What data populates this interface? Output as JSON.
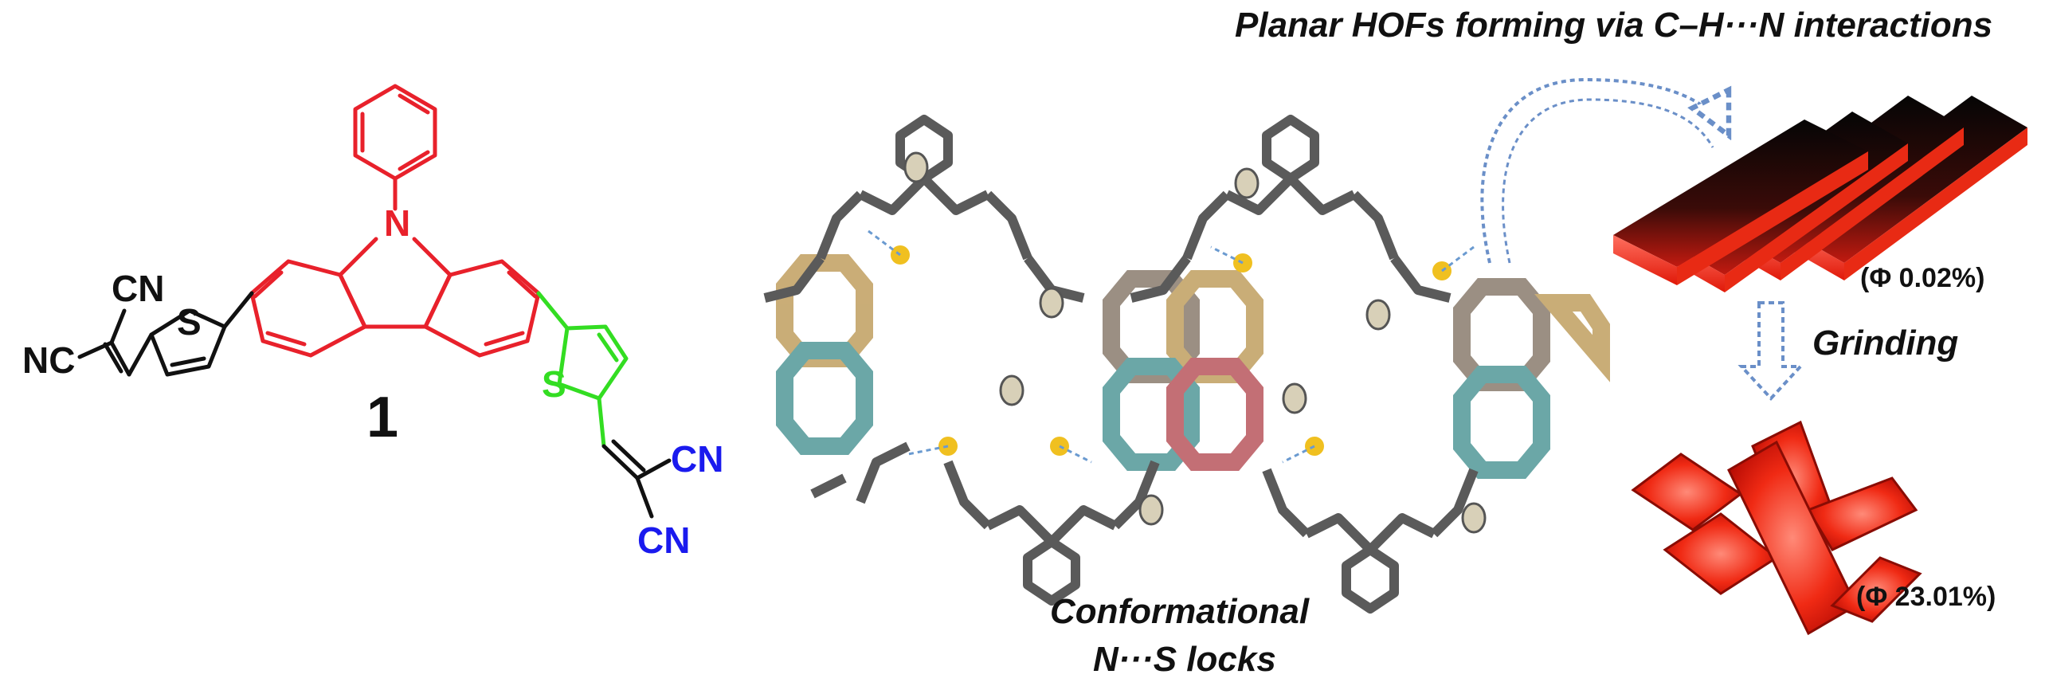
{
  "compound": {
    "number_label": "1",
    "atoms": {
      "cn_top_left": "CN",
      "nc_left": "NC",
      "s_left": "S",
      "n_carbazole": "N",
      "s_right": "S",
      "cn_right_upper": "CN",
      "cn_right_lower": "CN"
    }
  },
  "crystal": {
    "caption_line1": "Conformational",
    "caption_line2": "N···S locks"
  },
  "hof": {
    "title": "Planar HOFs forming via C–H···N interactions",
    "phi_before": "(Φ 0.02%)",
    "process_label": "Grinding",
    "phi_after": "(Φ 23.01%)"
  },
  "colors": {
    "carbazole": "#e8212b",
    "thiophene_right": "#33dd22",
    "cyano_right": "#1a1aee",
    "structure_bonds": "#555555",
    "crystal_red": "#ee1e10",
    "crystal_dark": "#2a0a08"
  }
}
